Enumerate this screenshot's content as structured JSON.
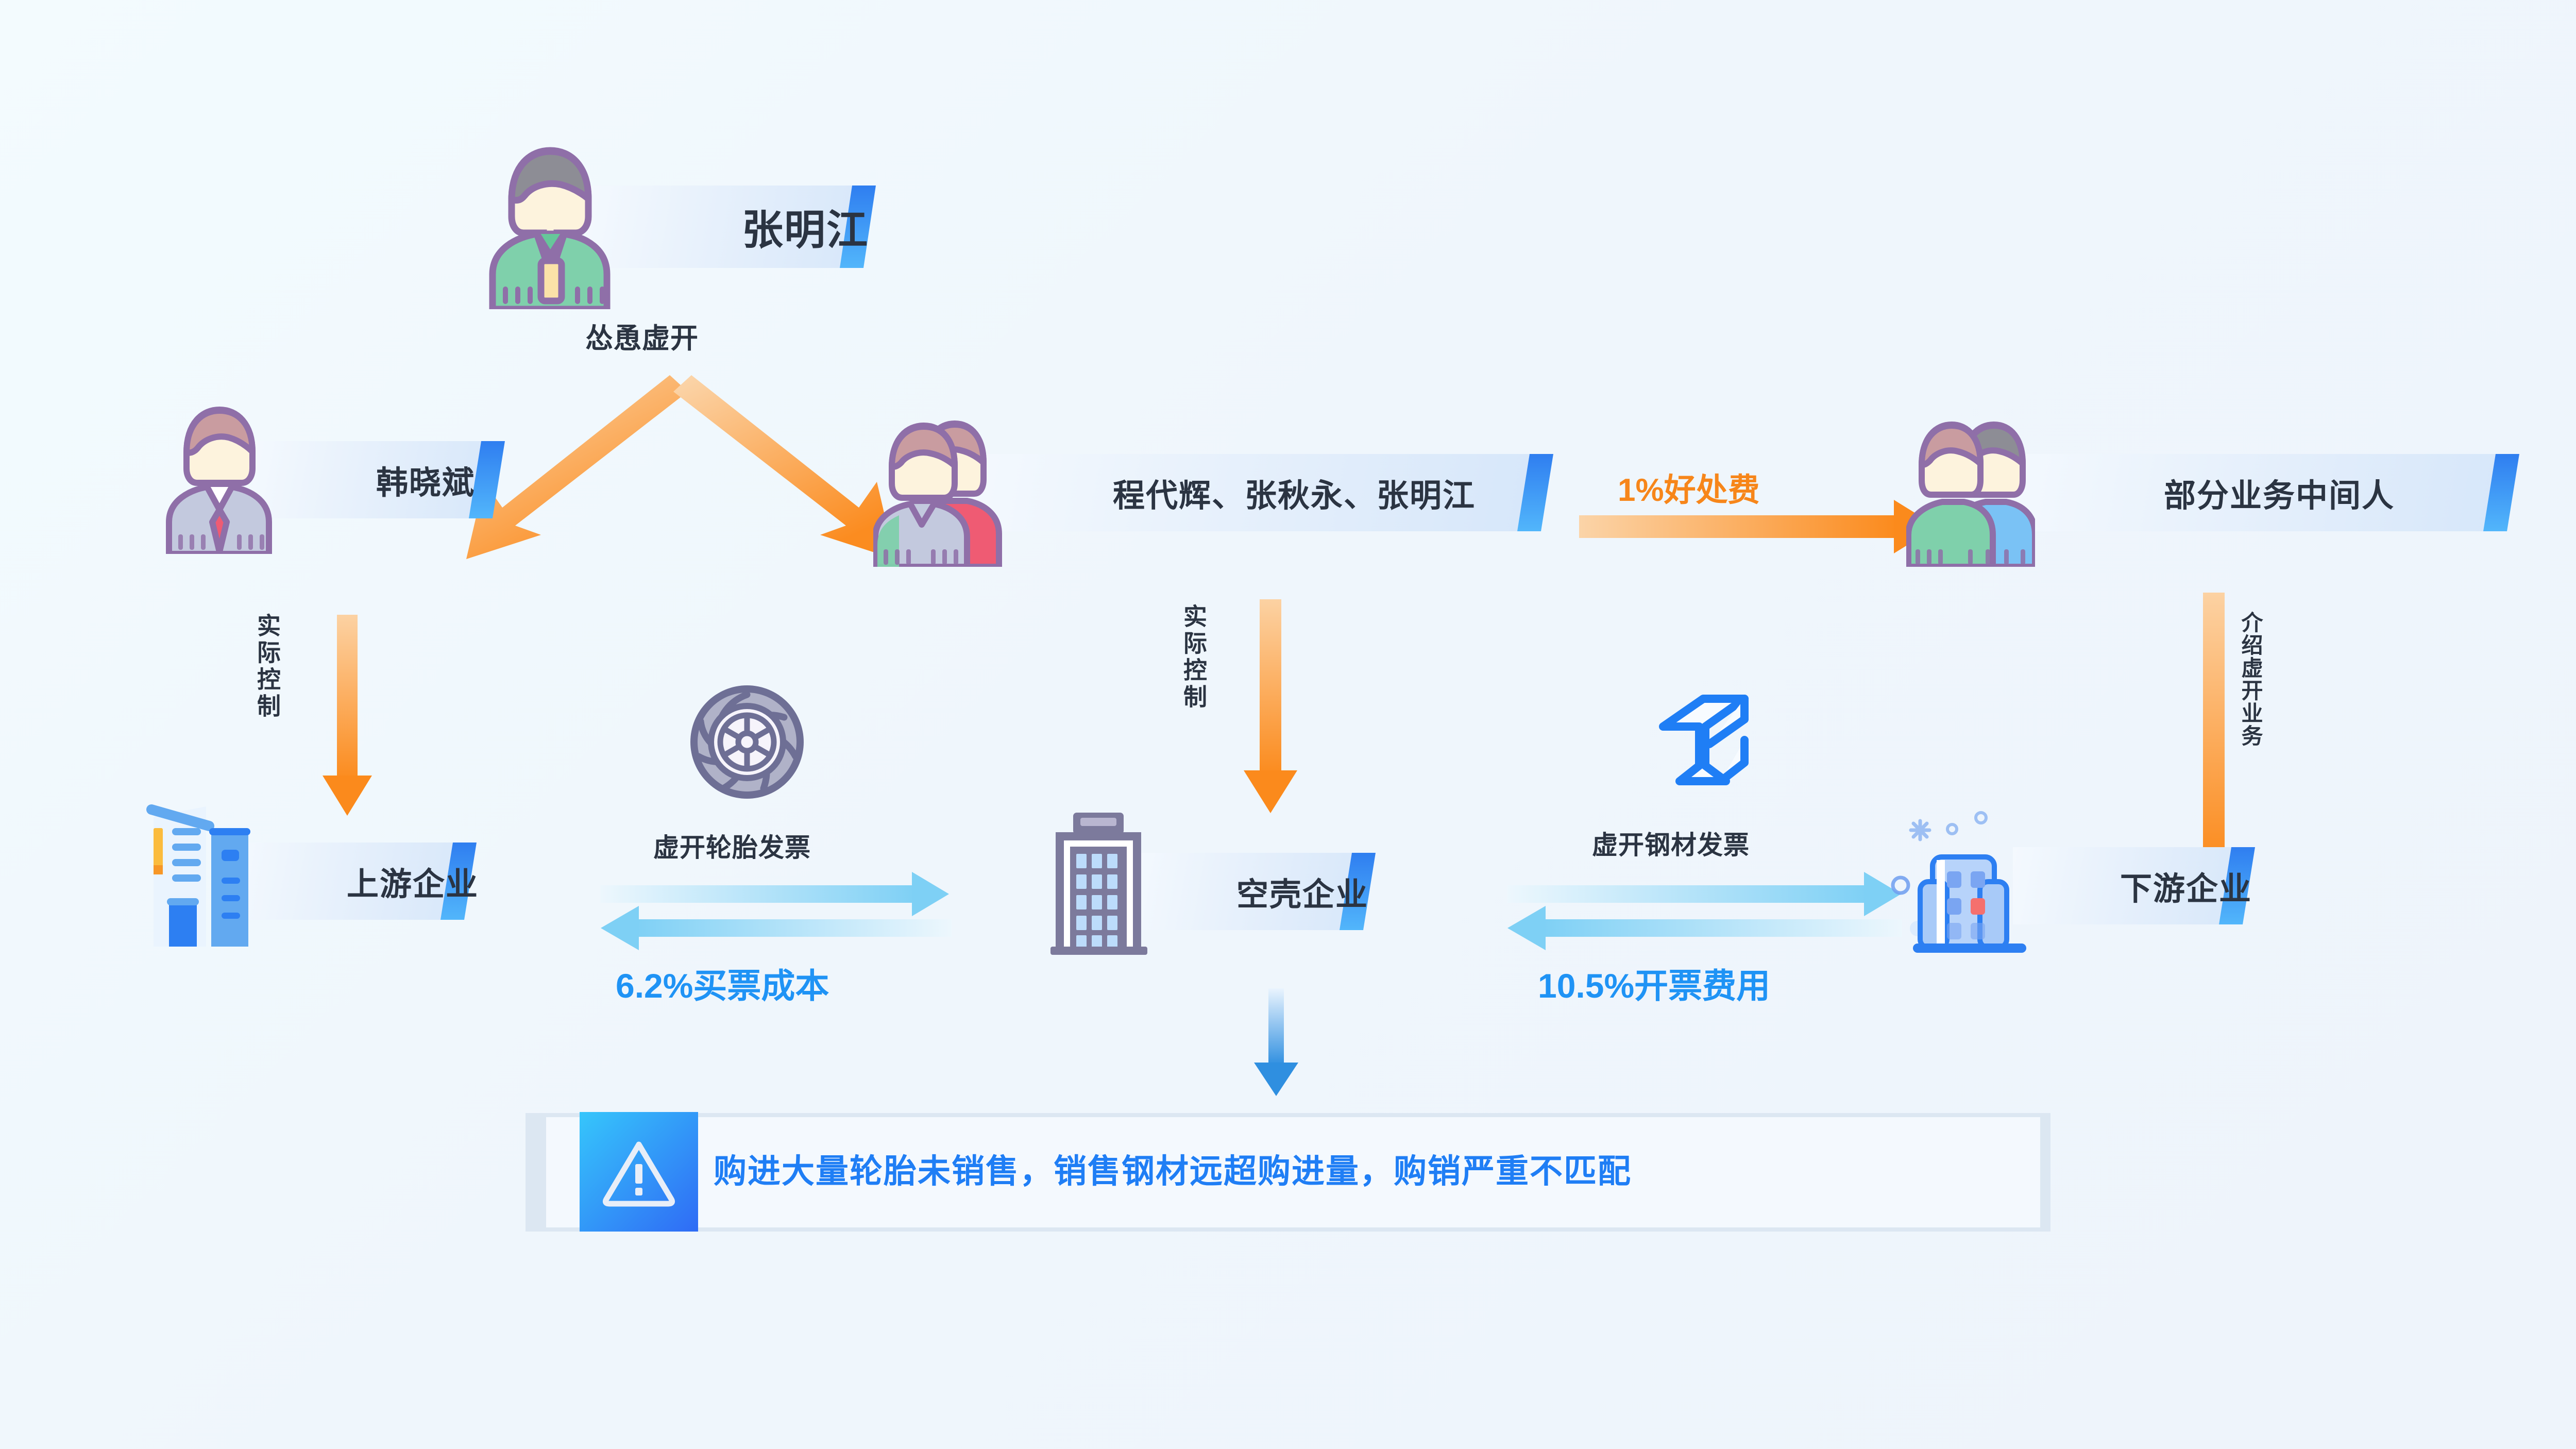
{
  "diagram": {
    "background_color": "#f2fafd",
    "accent_blue": "#1f7ef5",
    "accent_orange": "#f7861a",
    "accent_cyan": "#3fb8f5",
    "text_dark": "#2b3442"
  },
  "nodes": {
    "boss": {
      "label": "张明江",
      "icon": "person-green-sweater-icon"
    },
    "boss_relation": "怂恿虚开",
    "left_person": {
      "label": "韩晓斌",
      "icon": "person-suit-tie-icon"
    },
    "center_persons": {
      "label": "程代辉、张秋永、张明江",
      "icon": "two-persons-icon"
    },
    "right_brokers": {
      "label": "部分业务中间人",
      "icon": "two-persons-pair-icon"
    },
    "upstream": {
      "label": "上游企业",
      "icon": "building-blue-icon"
    },
    "shell": {
      "label": "空壳企业",
      "icon": "building-gray-tower-icon"
    },
    "downstream": {
      "label": "下游企业",
      "icon": "building-light-blue-icon"
    }
  },
  "edges": {
    "left_control": "实际控制",
    "center_control": "实际控制",
    "broker_fee": "1%好处费",
    "broker_intro": "介绍虚开业务",
    "tire_invoice": "虚开轮胎发票",
    "tire_cost": "6.2%买票成本",
    "steel_invoice": "虚开钢材发票",
    "steel_fee": "10.5%开票费用"
  },
  "icons": {
    "tire": "tire-wheel-icon",
    "steel": "steel-beam-icon",
    "warning": "warning-triangle-icon"
  },
  "alert": {
    "text": "购进大量轮胎未销售，销售钢材远超购进量，购销严重不匹配",
    "icon": "warning-triangle-icon"
  }
}
